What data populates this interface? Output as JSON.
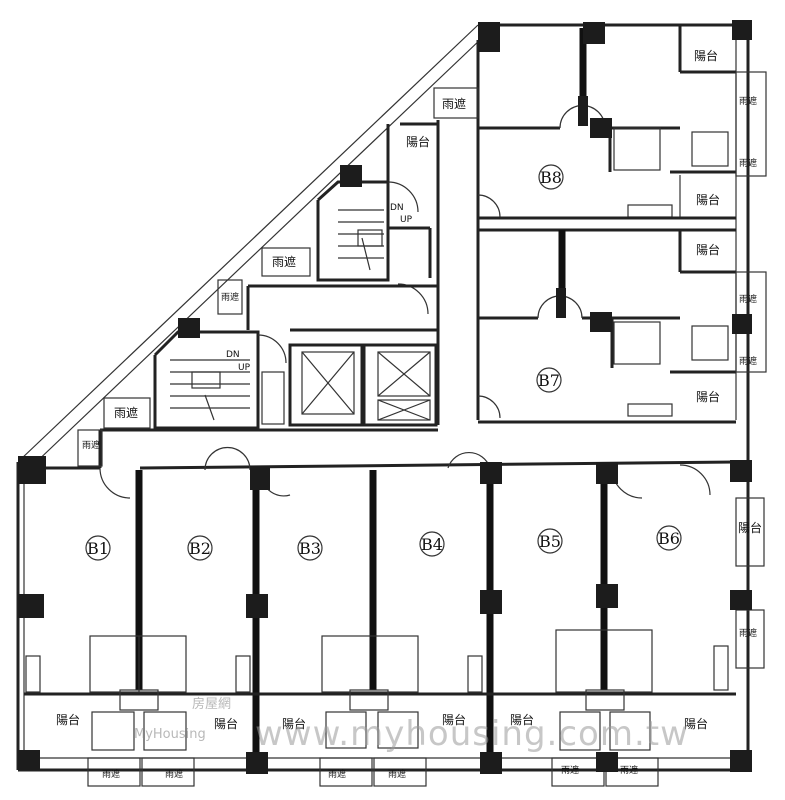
{
  "units": {
    "b1": "B1",
    "b2": "B2",
    "b3": "B3",
    "b4": "B4",
    "b5": "B5",
    "b6": "B6",
    "b7": "B7",
    "b8": "B8"
  },
  "labels": {
    "balcony": "陽台",
    "canopy": "雨遮",
    "down": "DN",
    "up": "UP"
  },
  "watermark": {
    "site": "www.myhousing.com.tw",
    "brand": "房屋網",
    "brand_en": "MyHousing"
  }
}
